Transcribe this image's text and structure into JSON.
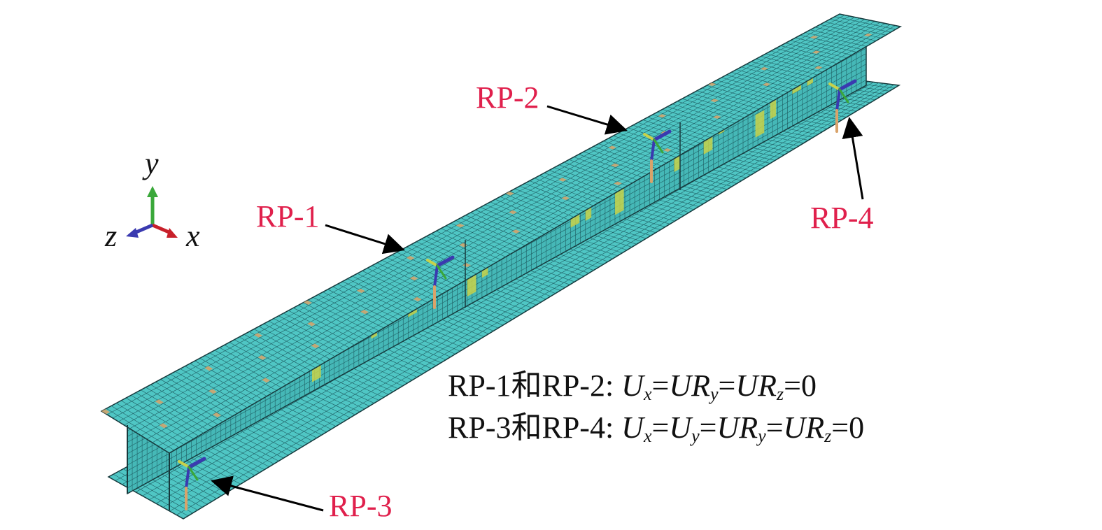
{
  "colors": {
    "mesh_fill": "#4fc6c4",
    "mesh_line": "#1f5e63",
    "edge_line": "#16393c",
    "yellow_elements": "#c8d24a",
    "orange_elements": "#d9a36a",
    "label_red": "#e0204c",
    "arrow": "#000000",
    "axis_x": "#c8202a",
    "axis_y": "#3aa83a",
    "axis_z": "#3a3ab0"
  },
  "reference_points": [
    {
      "label": "RP-1"
    },
    {
      "label": "RP-2"
    },
    {
      "label": "RP-3"
    },
    {
      "label": "RP-4"
    }
  ],
  "axes": {
    "y": "y",
    "z": "z",
    "x": "x"
  },
  "boundary_conditions": [
    {
      "prefix": "RP-1和RP-2: ",
      "terms": [
        {
          "base": "U",
          "sub": "x"
        },
        {
          "base": "UR",
          "sub": "y"
        },
        {
          "base": "UR",
          "sub": "z"
        }
      ],
      "eq": "=",
      "value": "0"
    },
    {
      "prefix": "RP-3和RP-4: ",
      "terms": [
        {
          "base": "U",
          "sub": "x"
        },
        {
          "base": "U",
          "sub": "y"
        },
        {
          "base": "UR",
          "sub": "y"
        },
        {
          "base": "UR",
          "sub": "z"
        }
      ],
      "eq": "=",
      "value": "0"
    }
  ]
}
